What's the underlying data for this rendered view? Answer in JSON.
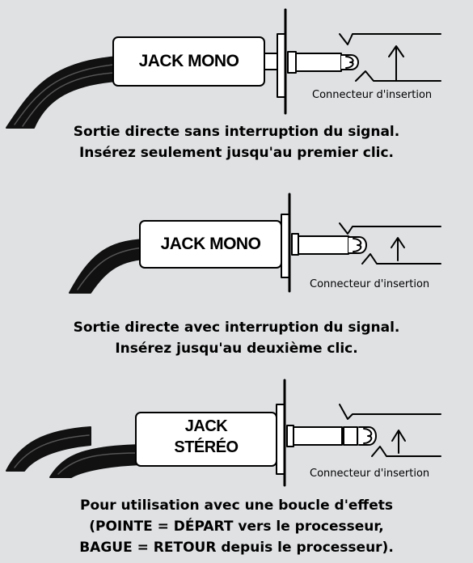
{
  "diagrams": [
    {
      "jack_label": "JACK MONO",
      "connector_label": "Connecteur d'insertion",
      "caption_lines": [
        "Sortie directe sans interruption du signal.",
        "Insérez seulement jusqu'au premier clic."
      ]
    },
    {
      "jack_label": "JACK MONO",
      "connector_label": "Connecteur d'insertion",
      "caption_lines": [
        "Sortie directe avec interruption du signal.",
        "Insérez jusqu'au deuxième clic."
      ]
    },
    {
      "jack_label_lines": [
        "JACK",
        "STÉRÉO"
      ],
      "connector_label": "Connecteur d'insertion",
      "caption_lines": [
        "Pour utilisation avec une boucle d'effets",
        "(POINTE = DÉPART vers le processeur,",
        "BAGUE = RETOUR depuis le processeur)."
      ]
    }
  ],
  "colors": {
    "background": "#dfe1e3",
    "cable": "#111111",
    "outline": "#000000",
    "jack_fill": "#ffffff"
  }
}
